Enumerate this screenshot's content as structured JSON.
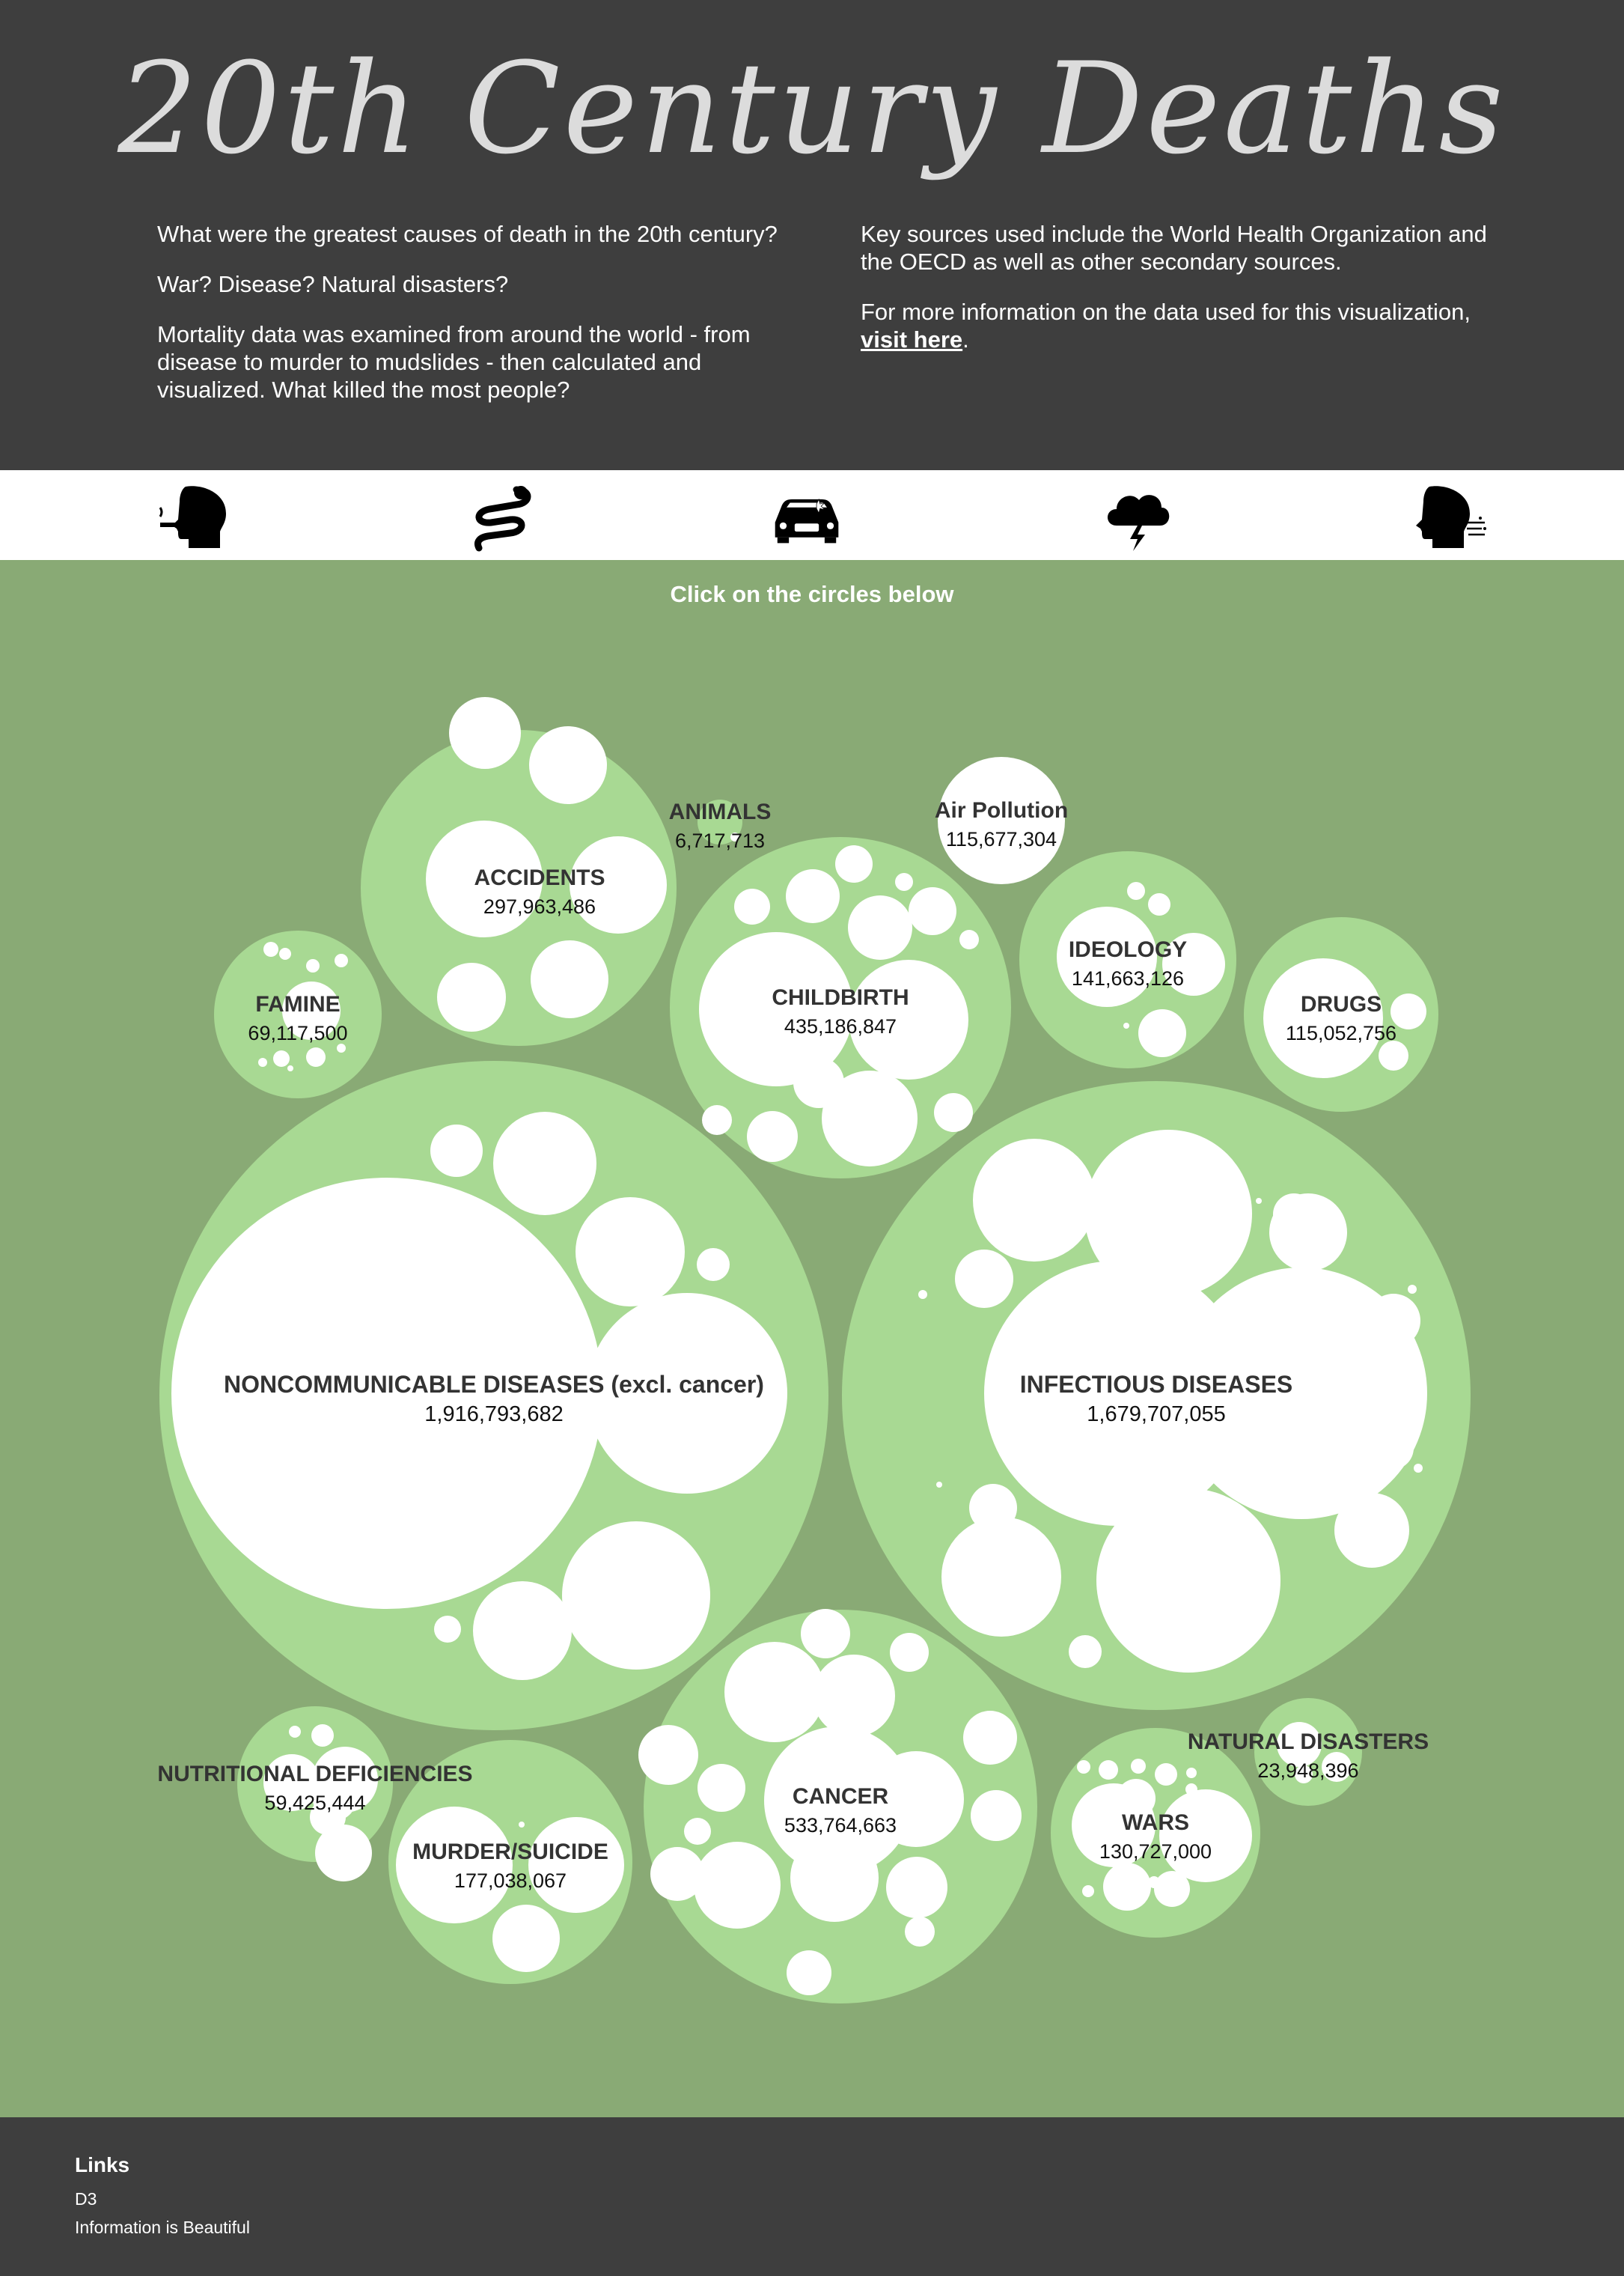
{
  "header": {
    "title": "20th Century Deaths",
    "intro_left": [
      "What were the greatest causes of death in the 20th century?",
      "War? Disease? Natural disasters?",
      "Mortality data was examined from around the world - from disease to murder to mudslides - then calculated and visualized. What killed the most people?"
    ],
    "intro_right_1": "Key sources used include the World Health Organization and the OECD as well as other secondary sources.",
    "intro_right_2_prefix": "For more information on the data used for this visualization, ",
    "intro_right_2_link": "visit here",
    "intro_right_2_suffix": "."
  },
  "icons": [
    "smoking-head-icon",
    "snake-icon",
    "car-crash-icon",
    "storm-cloud-icon",
    "breathing-pollution-icon"
  ],
  "hint": "Click on the circles below",
  "colors": {
    "background": "#3e3e3e",
    "chart_bg": "#89aa75",
    "bubble": "#a8d993",
    "inner": "#ffffff"
  },
  "chart_data": {
    "type": "bubble",
    "series": [
      {
        "name": "NONCOMMUNICABLE DISEASES (excl. cancer)",
        "value": 1916793682,
        "value_label": "1,916,793,682"
      },
      {
        "name": "INFECTIOUS DISEASES",
        "value": 1679707055,
        "value_label": "1,679,707,055"
      },
      {
        "name": "CANCER",
        "value": 533764663,
        "value_label": "533,764,663"
      },
      {
        "name": "CHILDBIRTH",
        "value": 435186847,
        "value_label": "435,186,847"
      },
      {
        "name": "ACCIDENTS",
        "value": 297963486,
        "value_label": "297,963,486"
      },
      {
        "name": "MURDER/SUICIDE",
        "value": 177038067,
        "value_label": "177,038,067"
      },
      {
        "name": "IDEOLOGY",
        "value": 141663126,
        "value_label": "141,663,126"
      },
      {
        "name": "WARS",
        "value": 130727000,
        "value_label": "130,727,000"
      },
      {
        "name": "Air Pollution",
        "value": 115677304,
        "value_label": "115,677,304"
      },
      {
        "name": "DRUGS",
        "value": 115052756,
        "value_label": "115,052,756"
      },
      {
        "name": "FAMINE",
        "value": 69117500,
        "value_label": "69,117,500"
      },
      {
        "name": "NUTRITIONAL DEFICIENCIES",
        "value": 59425444,
        "value_label": "59,425,444"
      },
      {
        "name": "NATURAL DISASTERS",
        "value": 23948396,
        "value_label": "23,948,396"
      },
      {
        "name": "ANIMALS",
        "value": 6717713,
        "value_label": "6,717,713"
      }
    ]
  },
  "footer": {
    "links_title": "Links",
    "links": [
      "D3",
      "Information is Beautiful"
    ]
  }
}
